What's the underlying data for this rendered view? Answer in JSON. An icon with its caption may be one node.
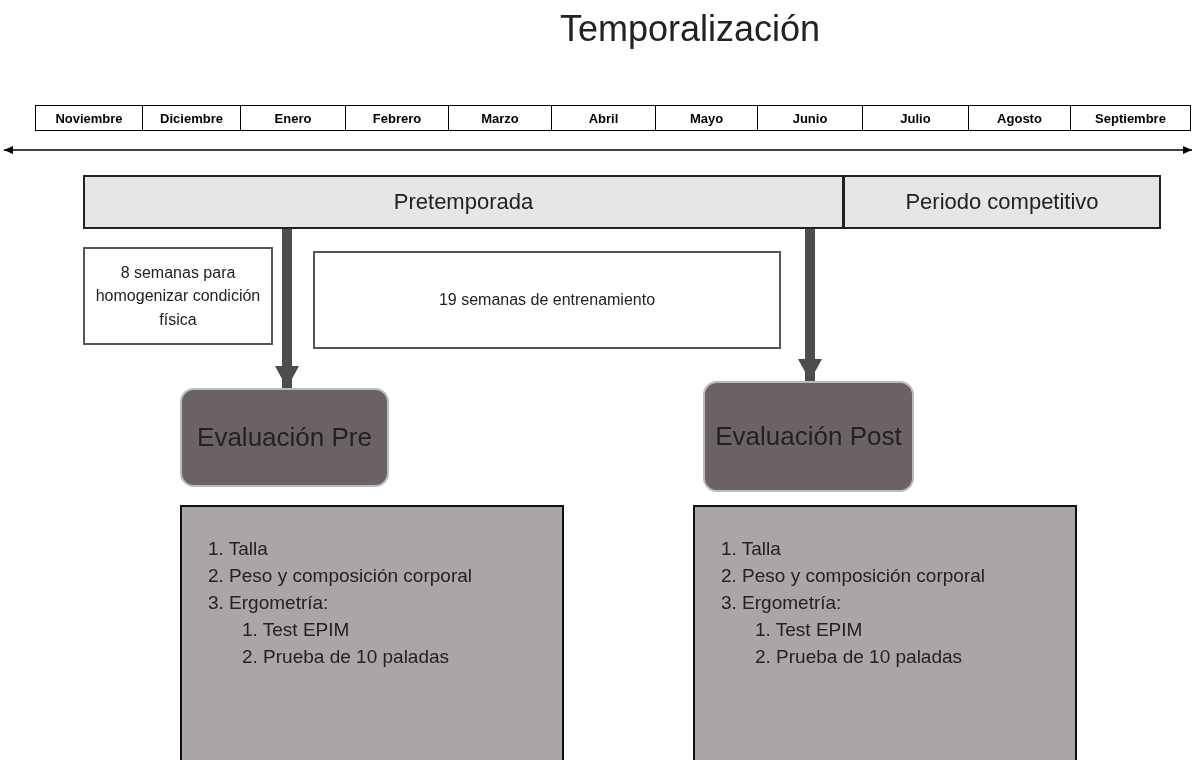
{
  "diagram": {
    "title": "Temporalización",
    "nodes": [
      {
        "text": [
          "Pretemporada"
        ]
      },
      {
        "text": [
          "Periodo competitivo"
        ]
      },
      {
        "text": [
          "8 semanas para homogenizar condición física"
        ]
      },
      {
        "text": [
          "19 semanas de entrenamiento"
        ]
      },
      {
        "text": [
          "Evaluación Pre"
        ]
      },
      {
        "text": [
          "Evaluación Post"
        ]
      },
      {
        "text": [
          "1. Talla",
          "2. Peso y composición corporal",
          "3. Ergometría:",
          "1. Test EPIM",
          "2. Prueba de 10 paladas"
        ]
      },
      {
        "text": [
          "1. Talla",
          "2. Peso y composición corporal",
          "3. Ergometría:",
          "1. Test EPIM",
          "2. Prueba de 10 paladas"
        ]
      }
    ],
    "edges": [
      {
        "from": 0,
        "to": 4,
        "arrow": "to"
      },
      {
        "from": 0,
        "to": 5,
        "arrow": "to"
      }
    ],
    "labels": [
      "Noviembre",
      "Diciembre",
      "Enero",
      "Febrero",
      "Marzo",
      "Abril",
      "Mayo",
      "Junio",
      "Julio",
      "Agosto",
      "Septiembre"
    ]
  }
}
